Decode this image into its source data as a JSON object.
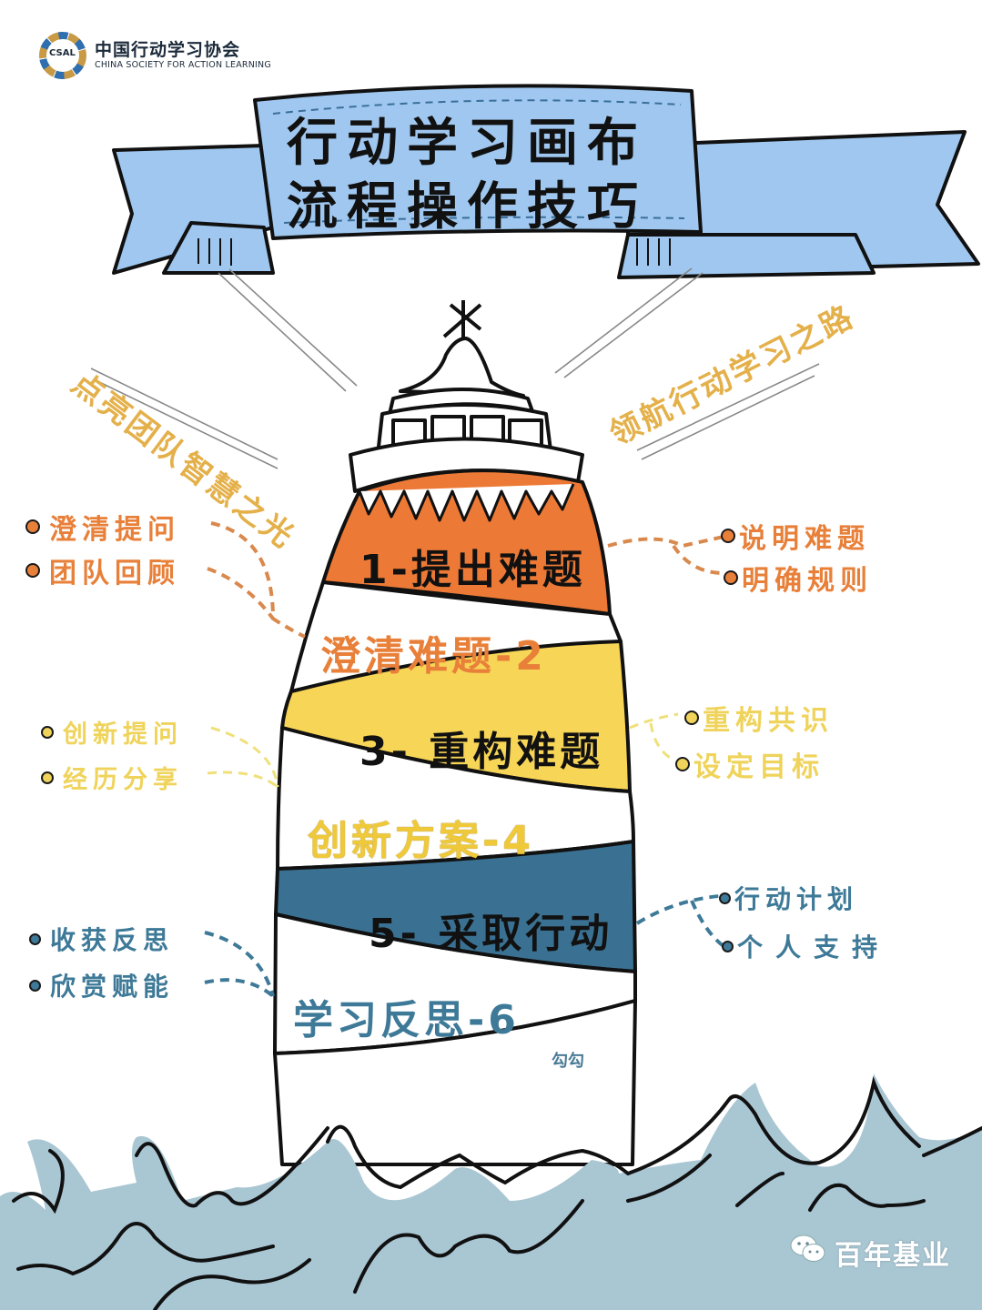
{
  "header": {
    "logo": {
      "mark": "CSAL",
      "name_cn": "中国行动学习协会",
      "name_en": "CHINA SOCIETY FOR ACTION LEARNING"
    }
  },
  "title": {
    "line1": "行动学习画布",
    "line2": "流程操作技巧"
  },
  "slogans": {
    "left": "点亮团队智慧之光",
    "right": "领航行动学习之路"
  },
  "lighthouse": {
    "bands": [
      {
        "step": 1,
        "label": "1-提出难题",
        "fill": "#ec7a36",
        "text_color": "#111111"
      },
      {
        "step": 2,
        "label": "澄清难题-2",
        "fill": "#ffffff",
        "text_color": "#e8803a"
      },
      {
        "step": 3,
        "label": "3- 重构难题",
        "fill": "#f7d556",
        "text_color": "#111111"
      },
      {
        "step": 4,
        "label": "创新方案-4",
        "fill": "#ffffff",
        "text_color": "#efc93a"
      },
      {
        "step": 5,
        "label": "5- 采取行动",
        "fill": "#3a7192",
        "text_color": "#111111"
      },
      {
        "step": 6,
        "label": "学习反思-6",
        "fill": "#ffffff",
        "text_color": "#3e7a98"
      }
    ]
  },
  "annotations": {
    "left": [
      {
        "group": "orange",
        "items": [
          "澄清提问",
          "团队回顾"
        ],
        "color": "#e8803a"
      },
      {
        "group": "yellow",
        "items": [
          "创新提问",
          "经历分享"
        ],
        "color": "#efd35a"
      },
      {
        "group": "blue",
        "items": [
          "收获反思",
          "欣赏赋能"
        ],
        "color": "#3e7a98"
      }
    ],
    "right": [
      {
        "group": "orange",
        "items": [
          "说明难题",
          "明确规则"
        ],
        "color": "#e8803a"
      },
      {
        "group": "yellow",
        "items": [
          "重构共识",
          "设定目标"
        ],
        "color": "#efd35a"
      },
      {
        "group": "blue",
        "items": [
          "行动计划",
          "个人支持"
        ],
        "color": "#3e7a98"
      }
    ]
  },
  "signature": "勾勾",
  "watermark": {
    "icon": "wechat-icon",
    "text": "百年基业"
  },
  "colors": {
    "ribbon": "#9fc7ef",
    "sea": "#a9c6d3",
    "orange": "#ec7a36",
    "yellow": "#f7d556",
    "blue": "#3a7192",
    "gold_text": "#e4b04a"
  }
}
